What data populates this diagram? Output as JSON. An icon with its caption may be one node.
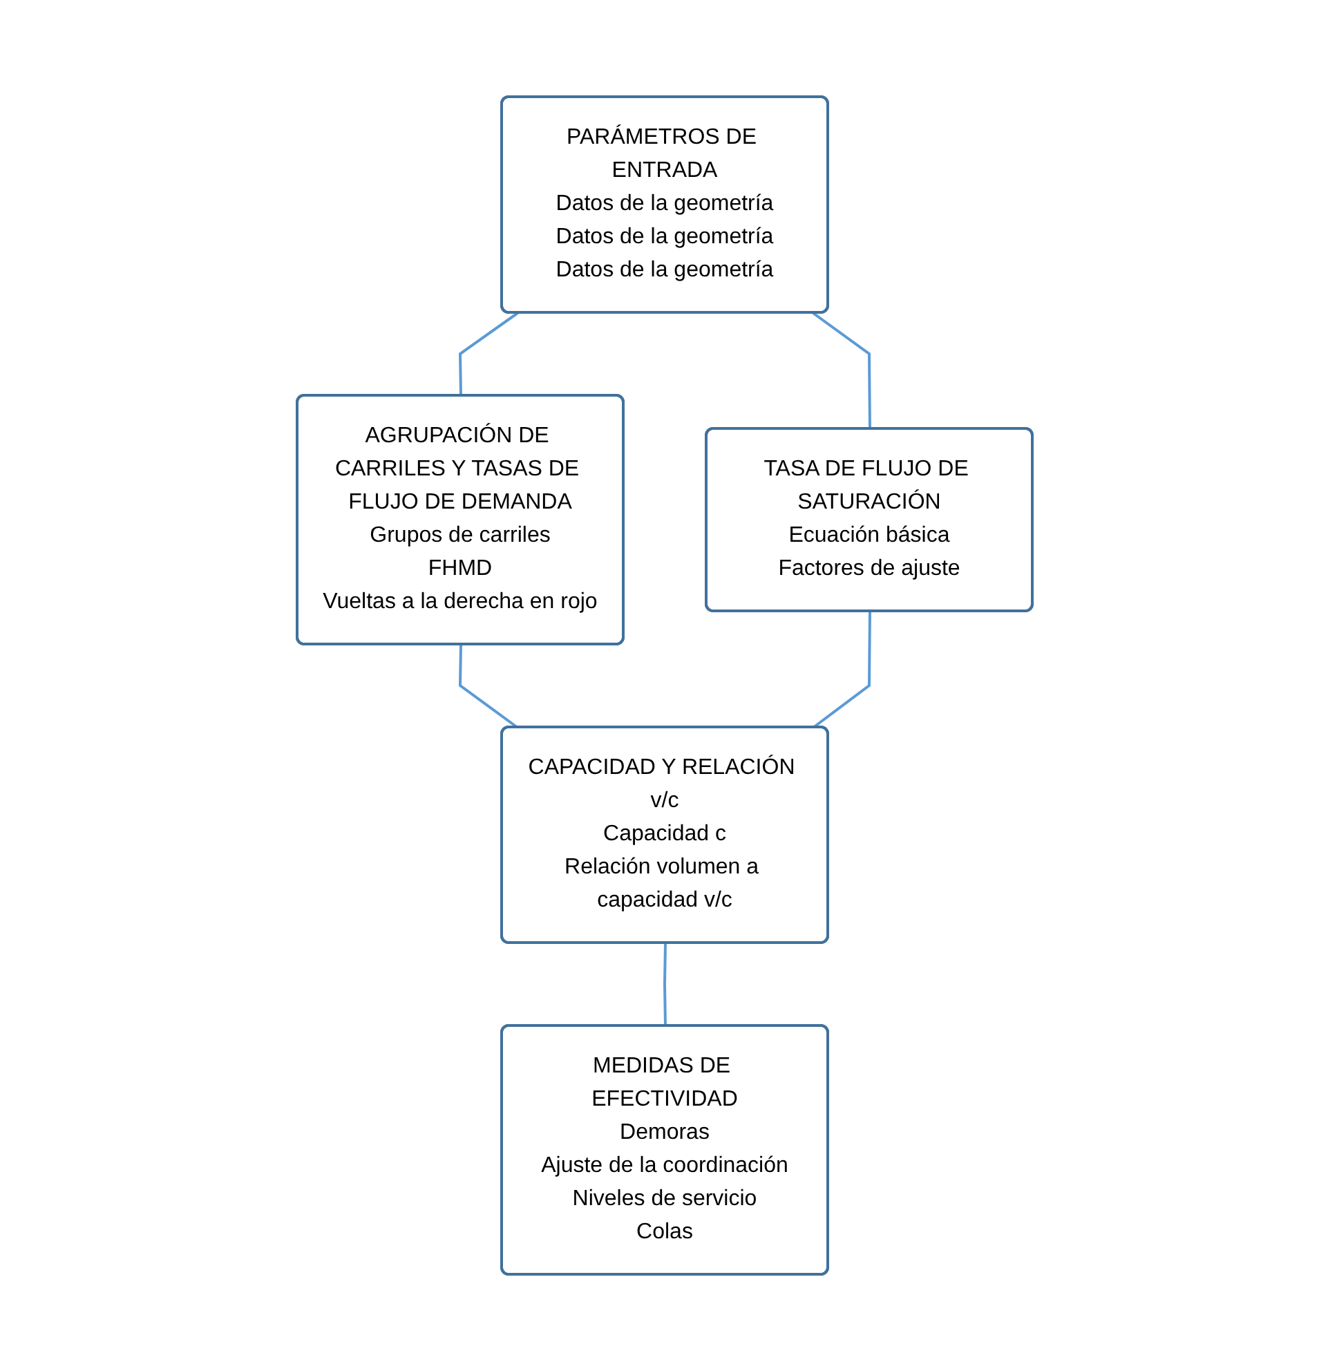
{
  "diagram": {
    "nodes": [
      {
        "text": [
          "PARÁMETROS DE ENTRADA",
          "Datos de la geometría",
          "Datos de la geometría",
          "Datos de la geometría"
        ]
      },
      {
        "text": [
          "AGRUPACIÓN DE CARRILES Y TASAS DE FLUJO DE DEMANDA",
          "Grupos de carriles",
          "FHMD",
          "Vueltas a la derecha en rojo"
        ]
      },
      {
        "text": [
          "TASA DE FLUJO DE SATURACIÓN",
          "Ecuación básica",
          "Factores de ajuste"
        ]
      },
      {
        "text": [
          "CAPACIDAD Y RELACIÓN v/c",
          "Capacidad c",
          "Relación volumen a capacidad v/c"
        ]
      },
      {
        "text": [
          "MEDIDAS DE EFECTIVIDAD",
          "Demoras",
          "Ajuste de la coordinación",
          "Niveles de servicio",
          "Colas"
        ]
      }
    ],
    "edges": [
      {
        "from": 0,
        "to": 1,
        "arrow": "none"
      },
      {
        "from": 0,
        "to": 2,
        "arrow": "none"
      },
      {
        "from": 1,
        "to": 3,
        "arrow": "none"
      },
      {
        "from": 2,
        "to": 3,
        "arrow": "none"
      },
      {
        "from": 3,
        "to": 4,
        "arrow": "none"
      }
    ]
  }
}
